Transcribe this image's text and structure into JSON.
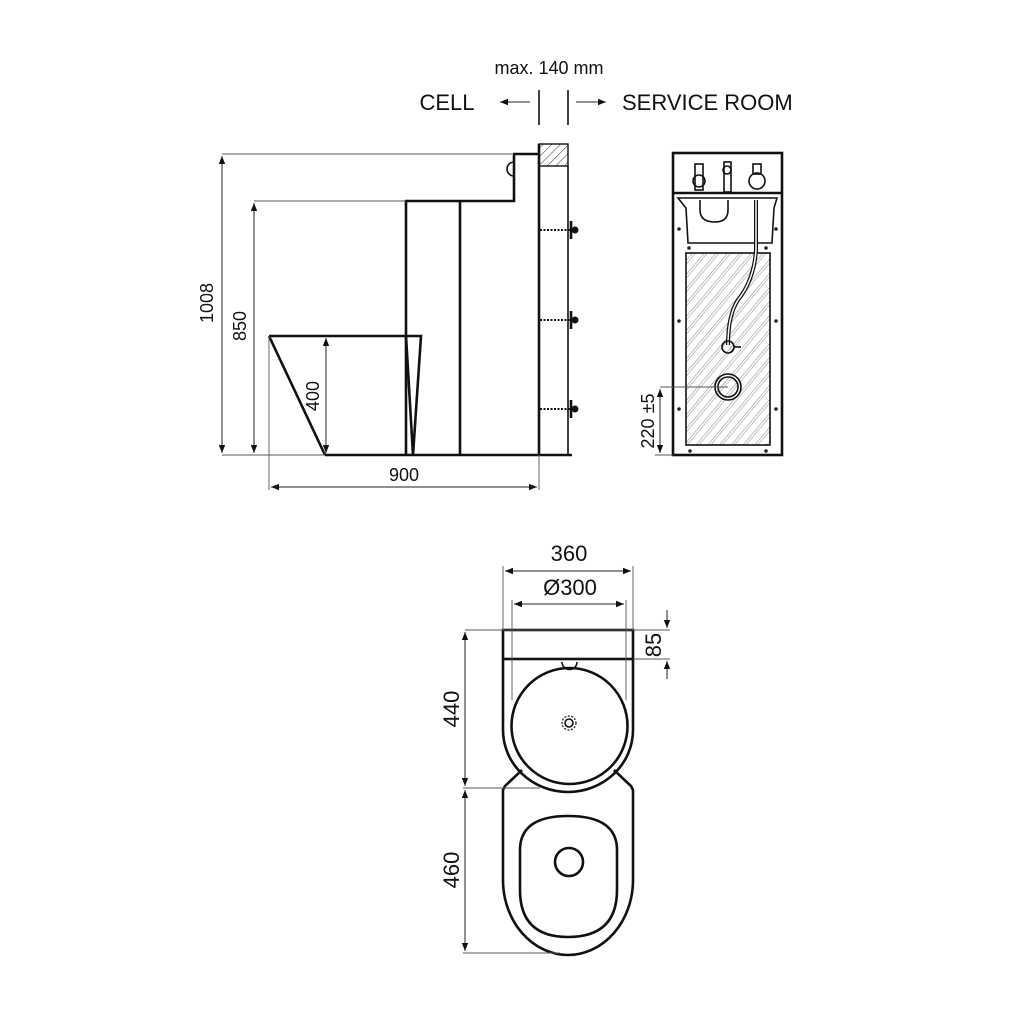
{
  "header": {
    "max_label": "max. 140 mm",
    "cell_label": "CELL",
    "service_room_label": "SERVICE ROOM"
  },
  "side_view": {
    "dim_total_height": "1008",
    "dim_shelf_height": "850",
    "dim_seat_height": "400",
    "dim_depth": "900"
  },
  "front_view": {
    "dim_drain_height": "220 ±5"
  },
  "top_view": {
    "dim_width": "360",
    "dim_bowl_diameter": "Ø300",
    "dim_panel_depth": "85",
    "dim_basin_length": "440",
    "dim_seat_length": "460"
  },
  "colors": {
    "line": "#111111",
    "dim": "#555555"
  }
}
